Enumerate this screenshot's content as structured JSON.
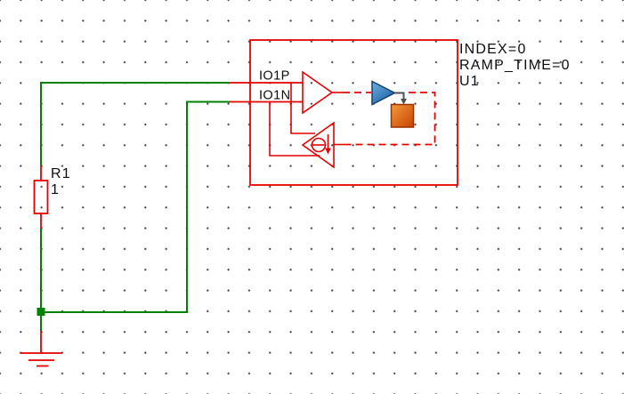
{
  "app": {
    "view": "schematic-capture-canvas"
  },
  "colors": {
    "canvas-bg": "#ffffff",
    "grid-dot": "#3f3f3f",
    "symbol-red": "#e50000",
    "wire-green": "#008100",
    "text-black": "#0d0d0d",
    "arrow-gray": "#4f4f4f",
    "gain-light": "#6fb1e3",
    "gain-dark": "#1b5ca3",
    "gain-border": "#14426f",
    "block-light": "#f29a3a",
    "block-dark": "#c84305",
    "block-border": "#9c2f00"
  },
  "components": {
    "u1": {
      "pins": [
        {
          "name": "IO1P"
        },
        {
          "name": "IO1N"
        }
      ],
      "properties": {
        "index": "INDEX=0",
        "ramp_time": "RAMP_TIME=0",
        "refdes": "U1"
      }
    },
    "r1": {
      "refdes": "R1",
      "value": "1"
    }
  }
}
